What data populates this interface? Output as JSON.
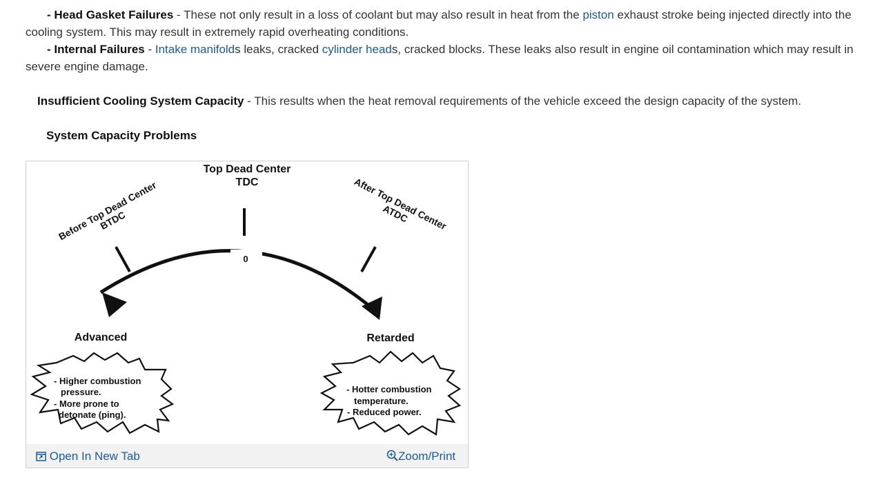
{
  "items": [
    {
      "dash": "-",
      "title": "Head Gasket Failures",
      "sep": " - ",
      "text_1": "These not only result in a loss of coolant but may also result in heat from the ",
      "link_1": "piston",
      "text_2": " exhaust stroke being injected directly into the cooling system. This may result in extremely rapid overheating conditions."
    },
    {
      "dash": "-",
      "title": "Internal Failures",
      "sep": " - ",
      "link_1": "Intake manifold",
      "text_1": "s leaks, cracked ",
      "link_2": "cylinder head",
      "text_2": "s, cracked blocks. These leaks also result in engine oil contamination which may result in severe engine damage."
    }
  ],
  "capacity": {
    "title": "Insufficient Cooling System Capacity",
    "text": " - This results when the heat removal requirements of the vehicle exceed the design capacity of the system."
  },
  "section_title": "System Capacity Problems",
  "figure": {
    "tdc_line1": "Top Dead Center",
    "tdc_line2": "TDC",
    "btdc_line1": "Before Top Dead Center",
    "btdc_line2": "BTDC",
    "atdc_line1": "After Top Dead Center",
    "atdc_line2": "ATDC",
    "zero": "0",
    "advanced": "Advanced",
    "retarded": "Retarded",
    "adv_l1": "- Higher combustion",
    "adv_l2": "pressure.",
    "adv_l3": "- More prone to",
    "adv_l4": "detonate (ping).",
    "ret_l1": "- Hotter combustion",
    "ret_l2": "temperature.",
    "ret_l3": "- Reduced power."
  },
  "actions": {
    "open_new_tab": "Open In New Tab",
    "zoom_print": "Zoom/Print",
    "open_icon": "open-new-tab-icon",
    "zoom_icon": "zoom-icon",
    "link_color": "#1a5a96"
  }
}
